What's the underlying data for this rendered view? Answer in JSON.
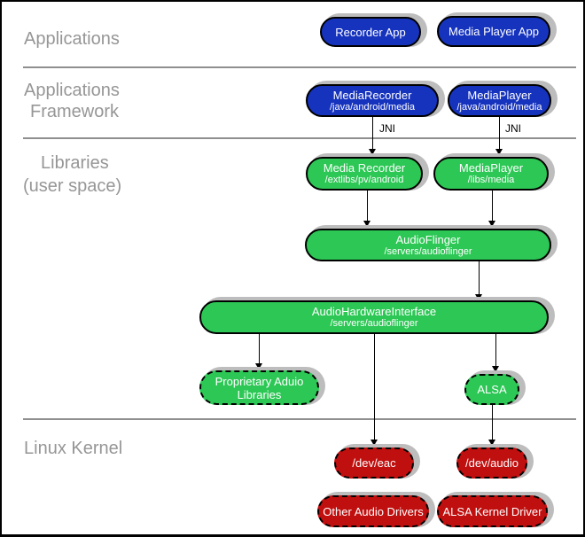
{
  "layers": {
    "applications": {
      "label": "Applications"
    },
    "framework": {
      "label_line1": "Applications",
      "label_line2": "Framework"
    },
    "libraries": {
      "label_line1": "Libraries",
      "label_line2": "(user space)"
    },
    "kernel": {
      "label": "Linux Kernel"
    }
  },
  "nodes": {
    "recorder_app": {
      "label": "Recorder App"
    },
    "media_player_app": {
      "label": "Media Player App"
    },
    "media_recorder_java": {
      "label": "MediaRecorder",
      "path": "/java/android/media"
    },
    "media_player_java": {
      "label": "MediaPlayer",
      "path": "/java/android/media"
    },
    "media_recorder_native": {
      "label": "Media Recorder",
      "path": "/extlibs/pv/android"
    },
    "media_player_native": {
      "label": "MediaPlayer",
      "path": "/libs/media"
    },
    "audio_flinger": {
      "label": "AudioFlinger",
      "path": "/servers/audioflinger"
    },
    "audio_hardware_interface": {
      "label": "AudioHardwareInterface",
      "path": "/servers/audioflinger"
    },
    "proprietary_audio_libraries": {
      "label_line1": "Proprietary Aduio",
      "label_line2": "Libraries"
    },
    "alsa": {
      "label": "ALSA"
    },
    "dev_eac": {
      "label": "/dev/eac"
    },
    "dev_audio": {
      "label": "/dev/audio"
    },
    "other_audio_drivers": {
      "label": "Other Audio Drivers"
    },
    "alsa_kernel_driver": {
      "label": "ALSA Kernel Driver"
    }
  },
  "connectors": {
    "jni_label": "JNI"
  },
  "colors": {
    "app_blue": "#1633be",
    "lib_green": "#2cc755",
    "kernel_red": "#c00f0f",
    "shadow_gray": "#bdbdbd",
    "divider_gray": "#8f8f8f",
    "layer_label_gray": "#969696"
  }
}
